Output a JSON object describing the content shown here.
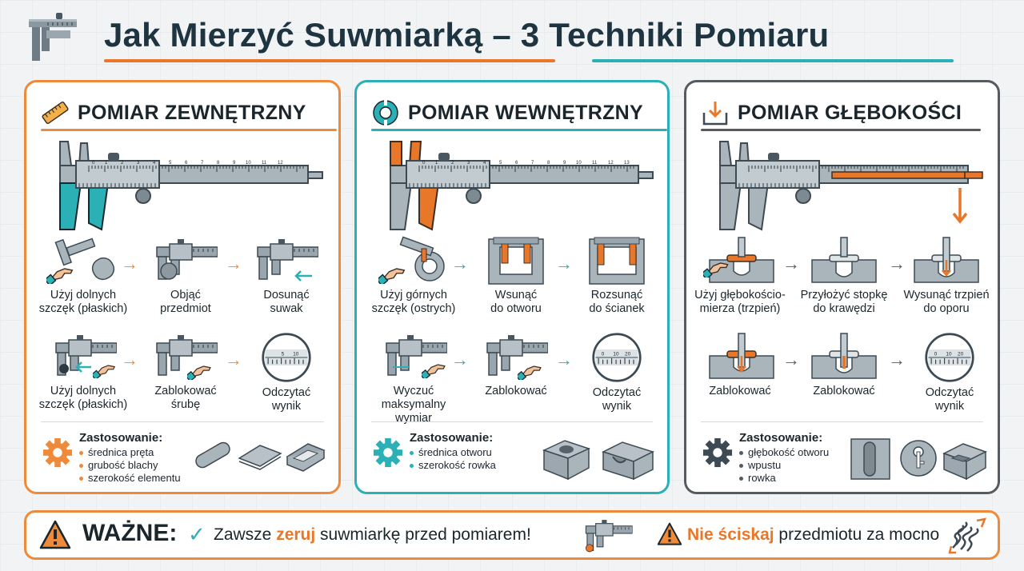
{
  "title": {
    "part_a": "Jak Mierzyć Suwmiarką",
    "dash": "–",
    "part_b": "3 Techniki Pomiaru"
  },
  "colors": {
    "orange": "#ee8a3a",
    "teal": "#2bb0b5",
    "gray": "#555b60",
    "dark": "#1b262c"
  },
  "panels": [
    {
      "title": "POMIAR ZEWNĘTRZNY",
      "icon": "ruler-icon",
      "steps": [
        "Użyj dolnych\nszczęk (płaskich)",
        "Objąć\nprzedmiot",
        "Dosunąć\nsuwak",
        "Użyj dolnych\nszczęk (płaskich)",
        "Zablokować\nśrubę",
        "Odczytać\nwynik"
      ],
      "application_title": "Zastosowanie:",
      "applications": [
        "średnica pręta",
        "grubość blachy",
        "szerokość elementu"
      ]
    },
    {
      "title": "POMIAR WEWNĘTRZNY",
      "icon": "ring-icon",
      "steps": [
        "Użyj górnych\nszczęk (ostrych)",
        "Wsunąć\ndo otworu",
        "Rozsunąć\ndo ścianek",
        "Wyczuć maksymalny\nwymiar",
        "Zablokować",
        "Odczytać\nwynik"
      ],
      "application_title": "Zastosowanie:",
      "applications": [
        "średnica otworu",
        "szerokość rowka"
      ]
    },
    {
      "title": "POMIAR GŁĘBOKOŚCI",
      "icon": "depth-arrow-icon",
      "steps": [
        "Użyj głębokościo-\nmierza (trzpień)",
        "Przyłożyć stopkę\ndo krawędzi",
        "Wysunąć trzpień\ndo oporu",
        "Zablokować",
        "Zablokować",
        "Odczytać\nwynik"
      ],
      "application_title": "Zastosowanie:",
      "applications": [
        "głębokość otworu",
        "wpustu",
        "rowka"
      ]
    }
  ],
  "scale_numbers": [
    "0",
    "1",
    "2",
    "3",
    "4",
    "5",
    "6",
    "7",
    "8",
    "9",
    "10",
    "11",
    "12",
    "13"
  ],
  "readout_numbers": [
    "0",
    "10",
    "20"
  ],
  "readout_numbers_p1": [
    "5",
    "10"
  ],
  "bottom": {
    "important": "WAŻNE:",
    "check": "✓",
    "msg1_a": "Zawsze ",
    "msg1_hl": "zeruj",
    "msg1_b": " suwmiarkę przed pomiarem!",
    "msg2_hl": "Nie ściskaj",
    "msg2_b": " przedmiotu za mocno"
  }
}
